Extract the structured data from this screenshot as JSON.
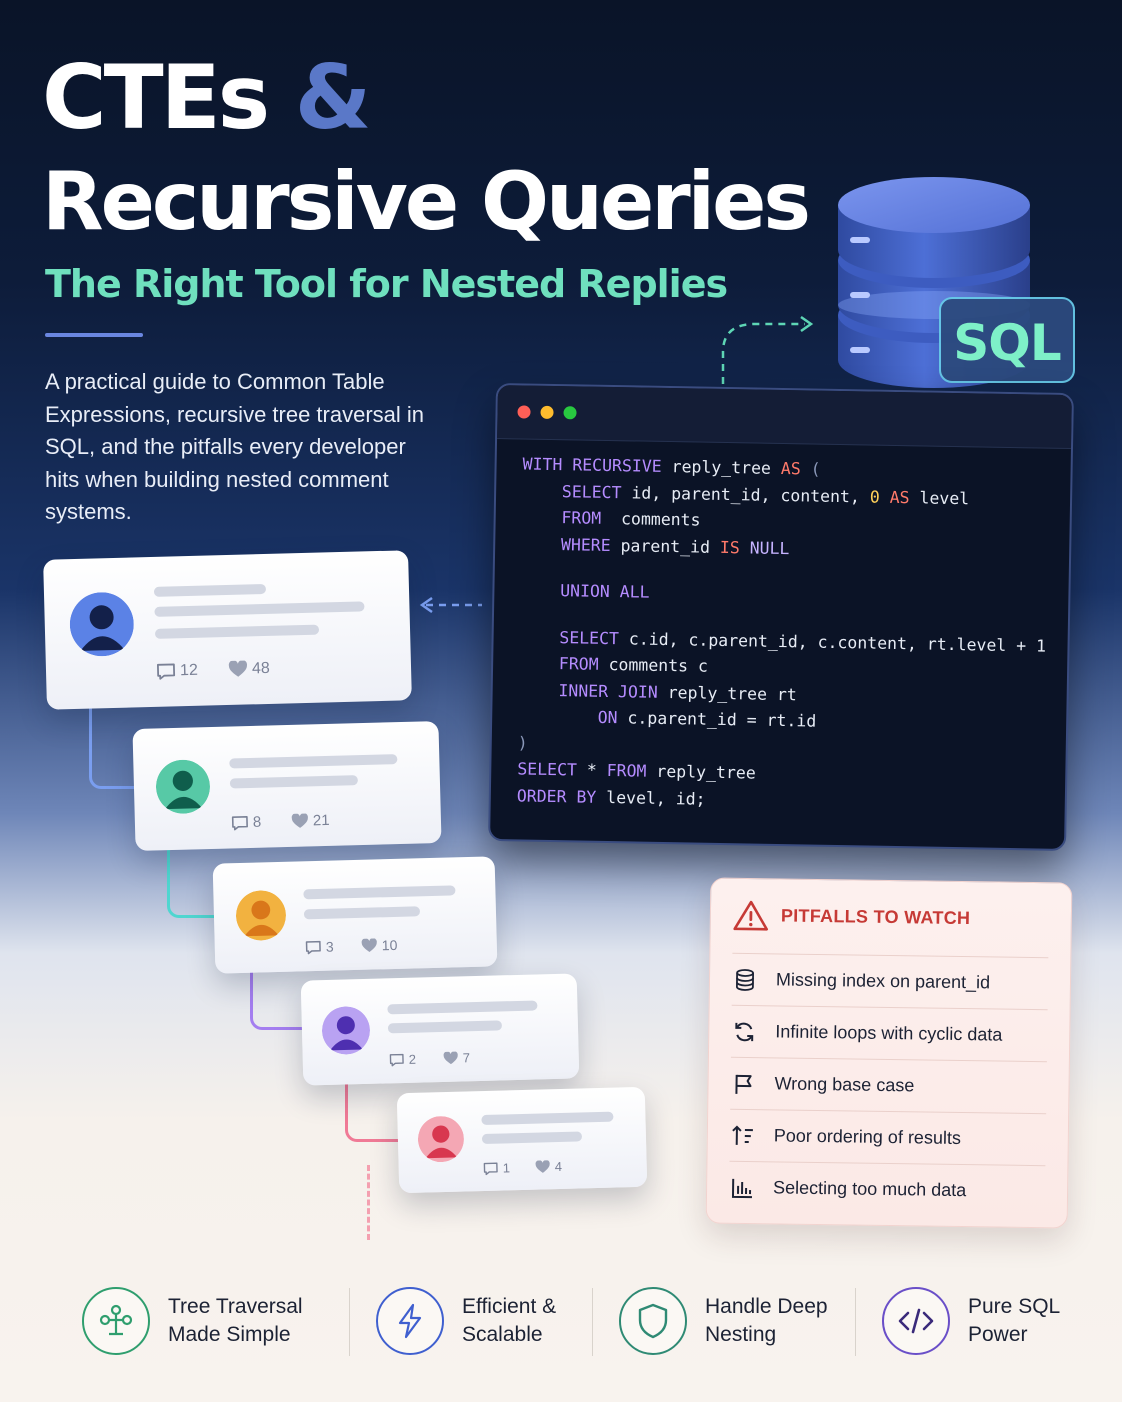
{
  "header": {
    "title_line1_a": "CTEs",
    "title_line1_amp": "&",
    "title_line2": "Recursive Queries",
    "subtitle": "The Right Tool for Nested Replies",
    "intro": "A practical guide to Common Table Expressions, recursive tree traversal in SQL, and the pitfalls every developer hits when building nested comment systems."
  },
  "db_badge": "SQL",
  "colors": {
    "accent_blue": "#5a78c8",
    "accent_green": "#6fe0be",
    "warning_red": "#c63a36"
  },
  "comments": [
    {
      "replies": "12",
      "likes": "48",
      "avatar_color": "#5b82e6"
    },
    {
      "replies": "8",
      "likes": "21",
      "avatar_color": "#57c9a6"
    },
    {
      "replies": "3",
      "likes": "10",
      "avatar_color": "#f2b240"
    },
    {
      "replies": "2",
      "likes": "7",
      "avatar_color": "#9a7de8"
    },
    {
      "replies": "1",
      "likes": "4",
      "avatar_color": "#f0788a"
    }
  ],
  "pitfalls": {
    "title": "PITFALLS TO WATCH",
    "items": [
      {
        "icon": "database-icon",
        "label": "Missing index on parent_id"
      },
      {
        "icon": "refresh-icon",
        "label": "Infinite loops with cyclic data"
      },
      {
        "icon": "flag-icon",
        "label": "Wrong base case"
      },
      {
        "icon": "sort-icon",
        "label": "Poor ordering of results"
      },
      {
        "icon": "bar-chart-icon",
        "label": "Selecting too much data"
      }
    ]
  },
  "features": [
    {
      "icon": "tree-icon",
      "line1": "Tree Traversal",
      "line2": "Made Simple",
      "color": "#2f9e6e"
    },
    {
      "icon": "lightning-icon",
      "line1": "Efficient &",
      "line2": "Scalable",
      "color": "#3f5fcf"
    },
    {
      "icon": "shield-icon",
      "line1": "Handle Deep",
      "line2": "Nesting",
      "color": "#2f8a74"
    },
    {
      "icon": "code-icon",
      "line1": "Pure SQL",
      "line2": "Power",
      "color": "#6a4fc8"
    }
  ]
}
